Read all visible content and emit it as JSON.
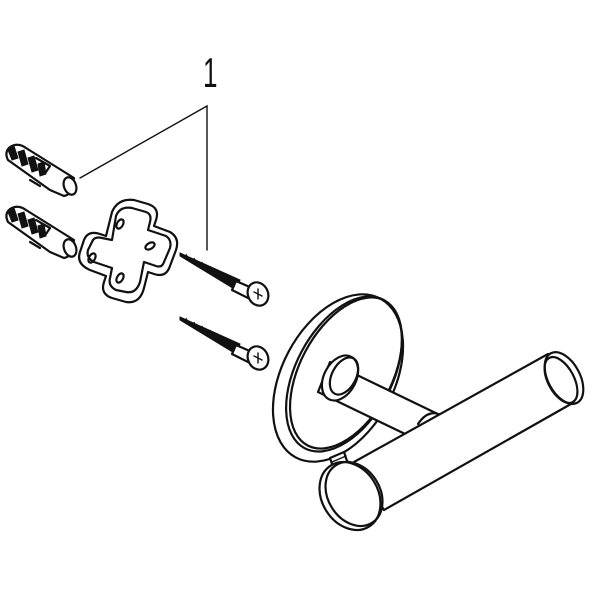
{
  "diagram": {
    "type": "exploded-assembly-drawing",
    "subject": "double towel hook with wall mounting kit",
    "callout": {
      "label": "1",
      "points_to": [
        "wall-plug-upper",
        "mounting-screw-upper"
      ]
    },
    "parts": [
      {
        "id": "wall-plug-upper",
        "description": "wall plug / dowel",
        "count": 1
      },
      {
        "id": "wall-plug-lower",
        "description": "wall plug / dowel",
        "count": 1
      },
      {
        "id": "mounting-plate",
        "description": "cross-shaped mounting bracket",
        "count": 1
      },
      {
        "id": "mounting-screw-upper",
        "description": "Phillips pan-head screw",
        "count": 1
      },
      {
        "id": "mounting-screw-lower",
        "description": "Phillips pan-head screw",
        "count": 1
      },
      {
        "id": "towel-hook",
        "description": "round rosette with double hook arm and set screw",
        "count": 1
      }
    ],
    "colors": {
      "line": "#111111",
      "background": "#ffffff"
    }
  }
}
